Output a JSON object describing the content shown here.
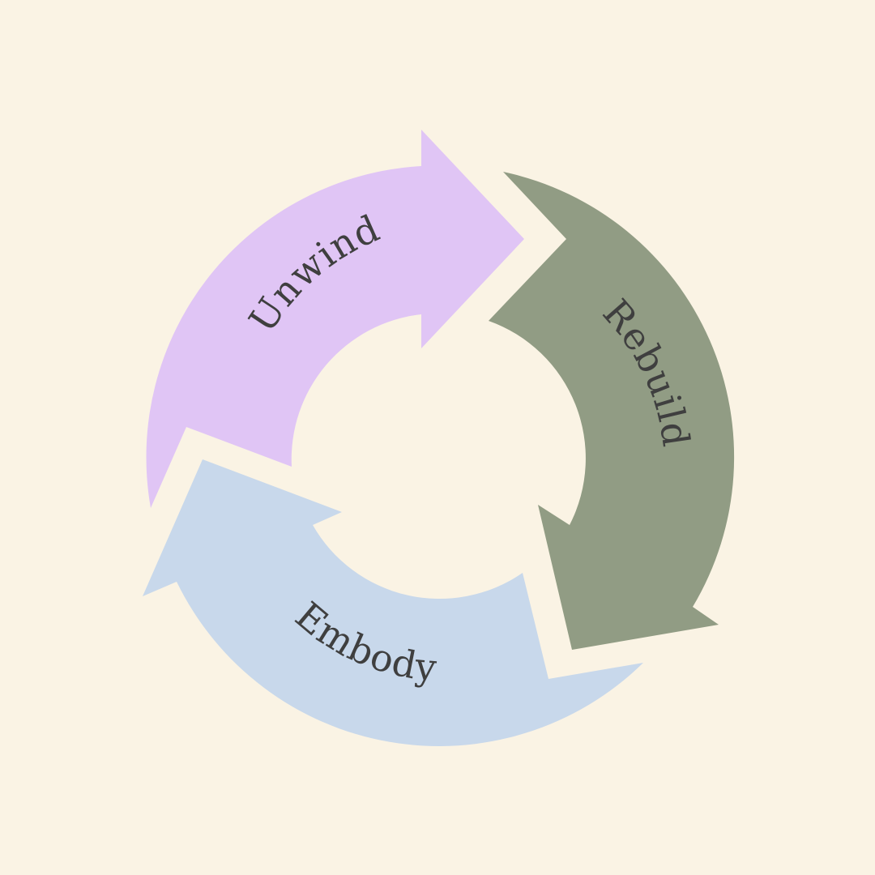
{
  "diagram": {
    "background_color": "#FAF3E4",
    "text_color": "#3F3F3F",
    "steps": [
      {
        "label": "Unwind",
        "color": "#E0C5F5"
      },
      {
        "label": "Rebuild",
        "color": "#919C84"
      },
      {
        "label": "Embody",
        "color": "#C8D8EB"
      }
    ]
  }
}
